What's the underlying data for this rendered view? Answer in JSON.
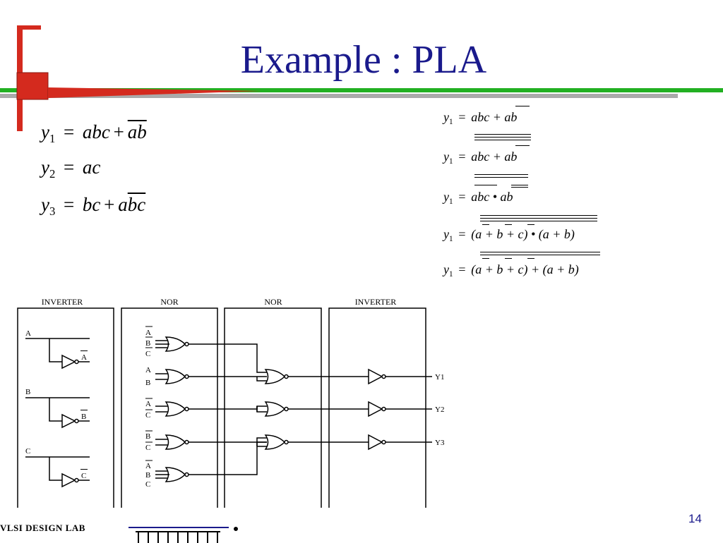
{
  "slide": {
    "title": "Example : PLA",
    "page_number": "14",
    "footer_text": "VLSI DESIGN LAB",
    "colors": {
      "title": "#1a1a8c",
      "accent_red": "#d42a1e",
      "accent_green": "#22b022",
      "accent_gray": "#aaaaaa"
    }
  },
  "equations_left": [
    {
      "lhs": "y",
      "sub": "1",
      "rhs_plain": "abc",
      "op": "+",
      "rhs_bar": "ab"
    },
    {
      "lhs": "y",
      "sub": "2",
      "rhs_plain": "ac"
    },
    {
      "lhs": "y",
      "sub": "3",
      "rhs_plain": "bc",
      "op": "+",
      "rhs_pre": "a",
      "rhs_bar": "bc"
    }
  ],
  "equations_right": [
    {
      "lhs": "y",
      "sub": "1",
      "text": "abc + ab"
    },
    {
      "lhs": "y",
      "sub": "1",
      "text": "abc + ab"
    },
    {
      "lhs": "y",
      "sub": "1",
      "text": "abc • ab"
    },
    {
      "lhs": "y",
      "sub": "1",
      "text": "(a + b + c) • (a + b)"
    },
    {
      "lhs": "y",
      "sub": "1",
      "text": "(a + b + c) + (a + b)"
    }
  ],
  "diagram": {
    "columns": [
      "INVERTER",
      "NOR",
      "NOR",
      "INVERTER"
    ],
    "inputs": [
      "A",
      "B",
      "C"
    ],
    "inverted_outputs": [
      "A",
      "B",
      "C"
    ],
    "nor1_inputs": [
      [
        "A",
        "B",
        "C"
      ],
      [
        "A",
        "B"
      ],
      [
        "A",
        "C"
      ],
      [
        "B",
        "C"
      ],
      [
        "A",
        "B",
        "C"
      ]
    ],
    "outputs": [
      "Y1",
      "Y2",
      "Y3"
    ]
  }
}
